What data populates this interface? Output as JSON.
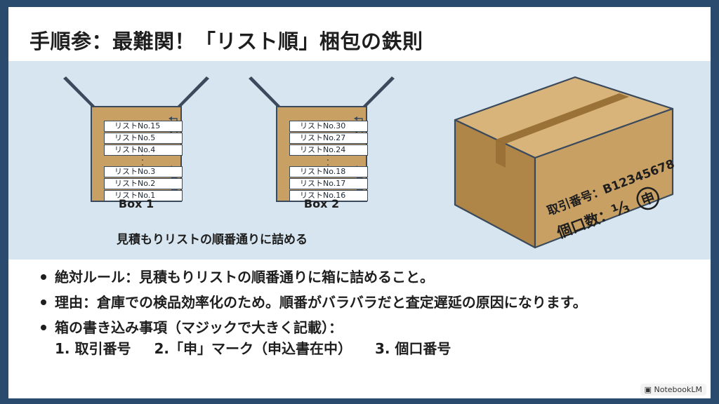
{
  "title": "手順参：最難関！「リスト順」梱包の鉄則",
  "boxes": [
    {
      "label": "Box 1",
      "top_items": [
        "リストNo.15",
        "リストNo.5",
        "リストNo.4"
      ],
      "bottom_items": [
        "リストNo.3",
        "リストNo.2",
        "リストNo.1"
      ]
    },
    {
      "label": "Box 2",
      "top_items": [
        "リストNo.30",
        "リストNo.27",
        "リストNo.24"
      ],
      "bottom_items": [
        "リストNo.18",
        "リストNo.17",
        "リストNo.16"
      ]
    }
  ],
  "caption": "見積もりリストの順番通りに詰める",
  "shipping_box": {
    "deal_label": "取引番号：",
    "deal_number": "B12345678",
    "pieces_label": "個口数：",
    "pieces_value": "⅓",
    "mark": "申"
  },
  "bullets": [
    "絶対ルール：見積もりリストの順番通りに箱に詰めること。",
    "理由：倉庫での検品効率化のため。順番がバラバラだと査定遅延の原因になります。",
    "箱の書き込み事項（マジックで大きく記載）："
  ],
  "sub_items": [
    "1. 取引番号",
    "2.「申」マーク（申込書在中）",
    "3. 個口番号"
  ],
  "badge": "NotebookLM",
  "colors": {
    "band": "#d6e5ef",
    "cardboard": "#c9a064",
    "frame": "#2b4b6e"
  }
}
